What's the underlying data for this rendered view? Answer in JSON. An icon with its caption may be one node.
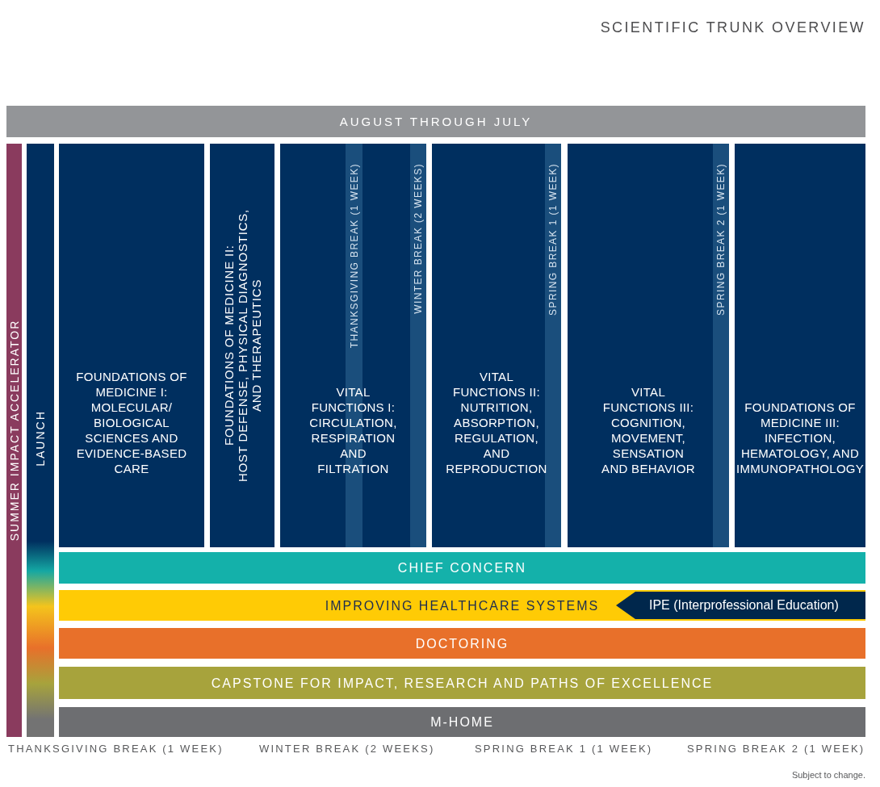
{
  "diagram": {
    "title": "SCIENTIFIC TRUNK OVERVIEW",
    "nodes": [
      {
        "text": [
          "AUGUST THROUGH JULY"
        ]
      },
      {
        "text": [
          "SUMMER IMPACT ACCELERATOR"
        ]
      },
      {
        "text": [
          "LAUNCH"
        ]
      },
      {
        "text": [
          "FOUNDATIONS OF MEDICINE I:",
          "MOLECULAR/ BIOLOGICAL SCIENCES AND EVIDENCE-BASED CARE"
        ]
      },
      {
        "text": [
          "FOUNDATIONS OF MEDICINE II:",
          "HOST DEFENSE, PHYSICAL DIAGNOSTICS, AND THERAPEUTICS"
        ]
      },
      {
        "text": [
          "VITAL FUNCTIONS I:",
          "CIRCULATION, RESPIRATION AND FILTRATION"
        ]
      },
      {
        "text": [
          "THANKSGIVING BREAK (1 WEEK)"
        ],
        "in": 5
      },
      {
        "text": [
          "WINTER BREAK (2 WEEKS)"
        ],
        "in": 5
      },
      {
        "text": [
          "VITAL FUNCTIONS II:",
          "NUTRITION, ABSORPTION, REGULATION, AND REPRODUCTION"
        ]
      },
      {
        "text": [
          "SPRING BREAK 1 (1 WEEK)"
        ],
        "in": 8
      },
      {
        "text": [
          "VITAL FUNCTIONS III:",
          "COGNITION, MOVEMENT, SENSATION AND BEHAVIOR"
        ]
      },
      {
        "text": [
          "SPRING BREAK 2 (1 WEEK)"
        ],
        "in": 10
      },
      {
        "text": [
          "FOUNDATIONS OF MEDICINE III:",
          "INFECTION, HEMATOLOGY, AND IMMUNOPATHOLOGY"
        ]
      },
      {
        "text": [
          "CHIEF CONCERN"
        ]
      },
      {
        "text": [
          "IMPROVING HEALTHCARE SYSTEMS"
        ]
      },
      {
        "text": [
          "IPE (Interprofessional Education)"
        ],
        "in": 14
      },
      {
        "text": [
          "DOCTORING"
        ]
      },
      {
        "text": [
          "CAPSTONE FOR IMPACT, RESEARCH AND PATHS OF EXCELLENCE"
        ]
      },
      {
        "text": [
          "M-HOME"
        ]
      }
    ],
    "labels": [
      "THANKSGIVING BREAK (1 WEEK)",
      "WINTER BREAK (2 WEEKS)",
      "SPRING BREAK 1 (1 WEEK)",
      "SPRING BREAK 2 (1 WEEK)",
      "Subject to change."
    ]
  }
}
